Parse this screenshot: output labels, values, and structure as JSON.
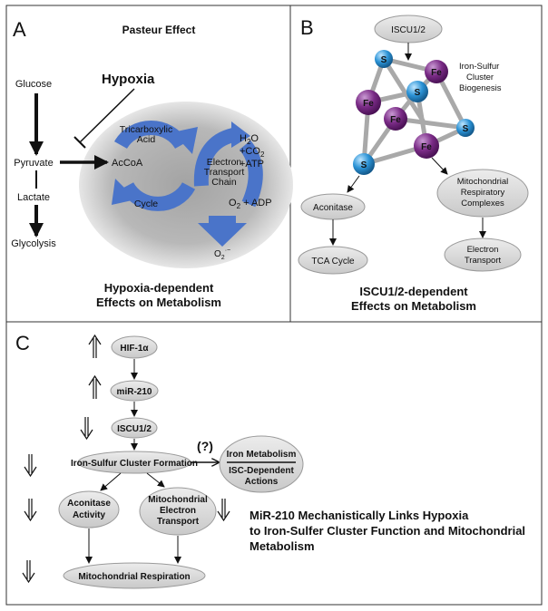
{
  "panels": {
    "a": {
      "letter": "A",
      "title": "Pasteur Effect",
      "hypoxia": "Hypoxia",
      "glucose": "Glucose",
      "pyruvate": "Pyruvate",
      "lactate": "Lactate",
      "glycolysis": "Glycolysis",
      "acoa": "AcCoA",
      "tca_line1": "Tricarboxylic",
      "tca_line2": "Acid",
      "cycle": "Cycle",
      "etc_line1": "Electron",
      "etc_line2": "Transport",
      "etc_line3": "Chain",
      "h2o_h": "H",
      "h2o_sub": "2",
      "h2o_o": "O",
      "co2_pre": "+CO",
      "co2_sub": "2",
      "atp": "+ATP",
      "o2_o": "O",
      "o2_sub": "2",
      "o2_rest": " + ADP",
      "superoxide_o": "O",
      "superoxide_sub": "2",
      "superoxide_sup": "·−",
      "caption_line1": "Hypoxia-dependent",
      "caption_line2": "Effects on Metabolism"
    },
    "b": {
      "letter": "B",
      "iscu": "ISCU1/2",
      "biogenesis_line1": "Iron-Sulfur",
      "biogenesis_line2": "Cluster",
      "biogenesis_line3": "Biogenesis",
      "fe": "Fe",
      "s": "S",
      "aconitase": "Aconitase",
      "tca_cycle": "TCA Cycle",
      "mito_line1": "Mitochondrial",
      "mito_line2": "Respiratory",
      "mito_line3": "Complexes",
      "electron_line1": "Electron",
      "electron_line2": "Transport",
      "caption_line1": "ISCU1/2-dependent",
      "caption_line2": "Effects on Metabolism"
    },
    "c": {
      "letter": "C",
      "hif": "HIF-1α",
      "mir": "miR-210",
      "iscu": "ISCU1/2",
      "isc_formation": "Iron-Sulfur Cluster Formation",
      "question": "(?)",
      "iron_metabolism": "Iron Metabolism",
      "isc_dependent_line1": "ISC-Dependent",
      "isc_dependent_line2": "Actions",
      "aconitase_line1": "Aconitase",
      "aconitase_line2": "Activity",
      "mito_line1": "Mitochondrial",
      "mito_line2": "Electron",
      "mito_line3": "Transport",
      "respiration": "Mitochondrial Respiration",
      "summary_line1": "MiR-210 Mechanistically Links Hypoxia",
      "summary_line2": "to Iron-Sulfer Cluster Function and Mitochondrial",
      "summary_line3": "Metabolism"
    }
  },
  "colors": {
    "border": "#333333",
    "ellipse_fill": "#d9d9d9",
    "ellipse_stroke": "#9a9a9a",
    "blue_arrow": "#4a74c9",
    "iron": "#7a2b86",
    "sulfur": "#2b93d6",
    "text": "#111111"
  }
}
